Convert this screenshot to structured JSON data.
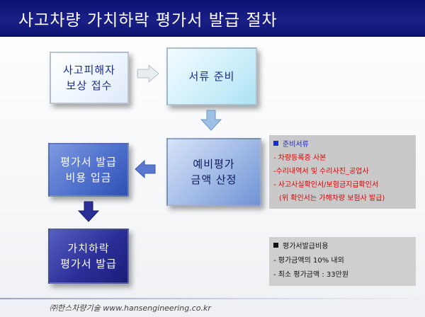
{
  "title": "사고차량 가치하락 평가서 발급 절차",
  "steps": {
    "step1": [
      "사고피해자",
      "보상 접수"
    ],
    "step2": [
      "서류 준비"
    ],
    "step3": [
      "예비평가",
      "금액 산정"
    ],
    "step4": [
      "평가서 발급",
      "비용 입금"
    ],
    "step5": [
      "가치하락",
      "평가서 발급"
    ]
  },
  "documents": {
    "heading": "준비서류",
    "items": [
      "- 차량등록증 사본",
      "-수리내역서 및 수리사진_공업사",
      "- 사고사실확인서/보험금지급확인서",
      "(위 확인서는 가해차량 보험사 발급)"
    ]
  },
  "fee": {
    "heading": "평가서발급비용",
    "items": [
      "-  평가금액의 10% 내외",
      "-  최소 평가금액 : 33만원"
    ]
  },
  "footer": "㈜한스차량기술  www.hansengineering.co.kr",
  "colors": {
    "title_bg": "#1a1f86",
    "document_text": "#e00000",
    "document_heading": "#1a2cc8"
  }
}
